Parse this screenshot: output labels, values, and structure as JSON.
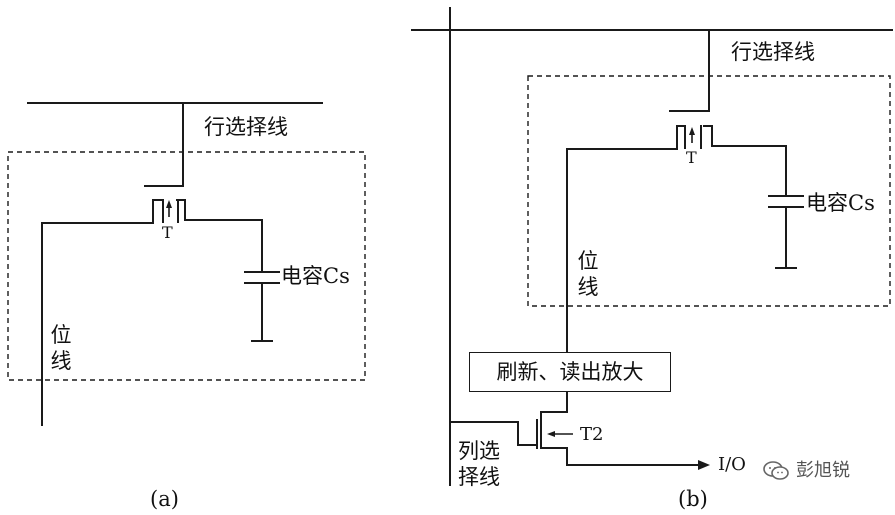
{
  "panel_a": {
    "caption": "(a)",
    "row_select_line": "行选择线",
    "transistor": "T",
    "capacitor": "电容Cs",
    "bit_line": "位线"
  },
  "panel_b": {
    "caption": "(b)",
    "row_select_line": "行选择线",
    "transistor": "T",
    "capacitor": "电容Cs",
    "bit_line": "位线",
    "amplifier": "刷新、读出放大",
    "transistor2": "T2",
    "column_select_line": "列选择线",
    "io": "I/O"
  },
  "watermark": {
    "icon": "wechat-icon",
    "text": "彭旭锐"
  }
}
